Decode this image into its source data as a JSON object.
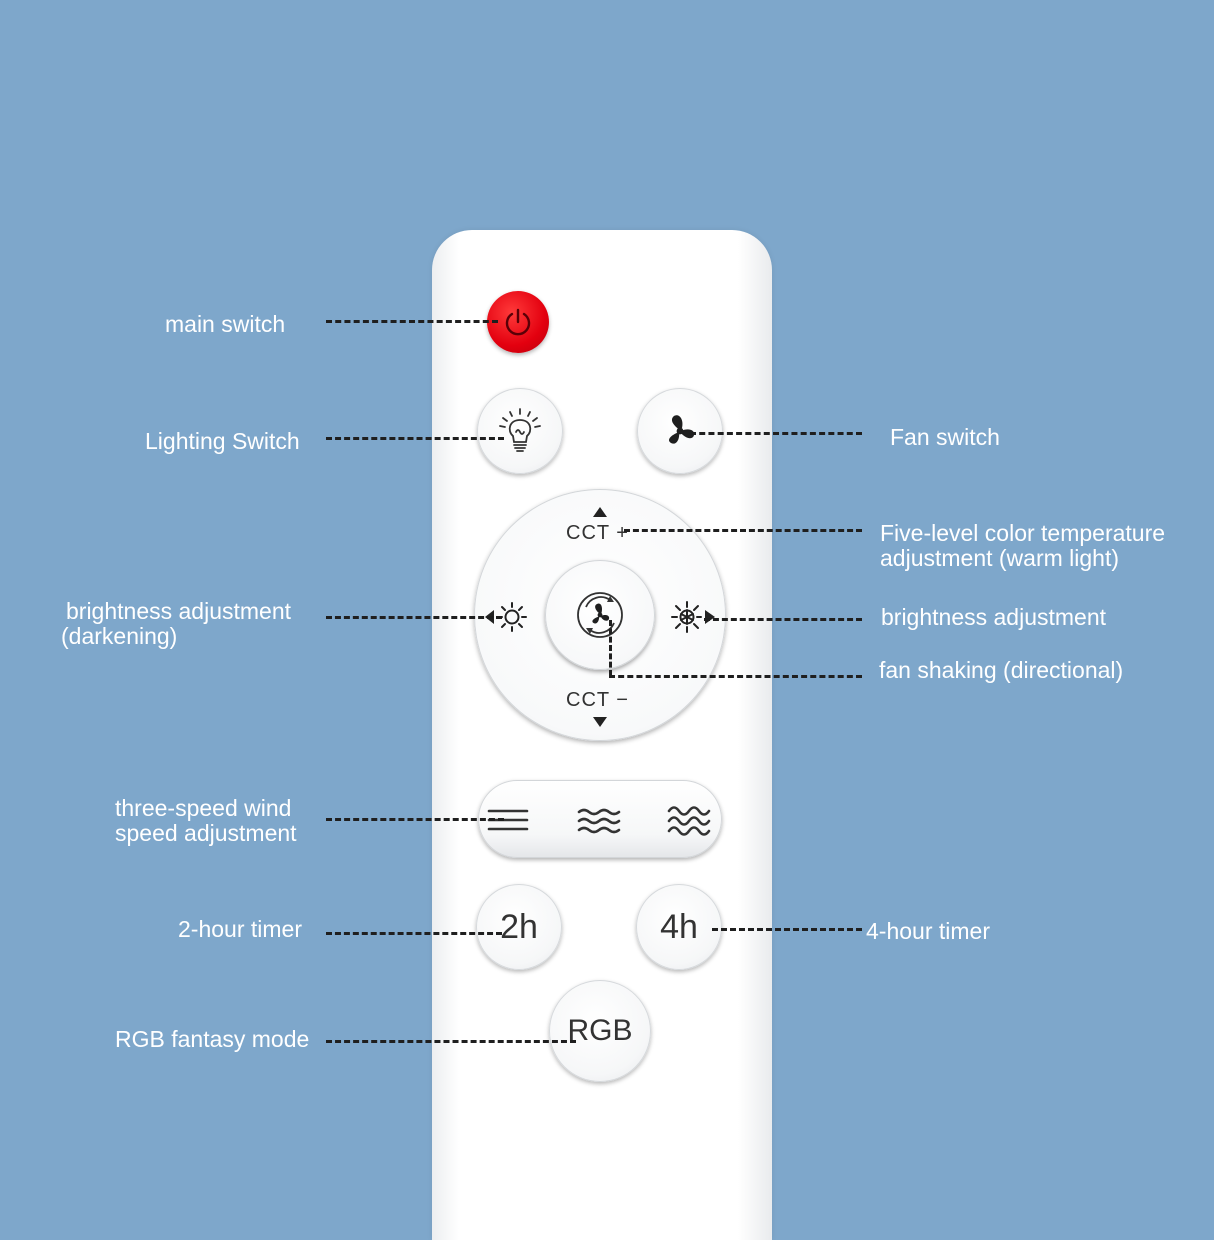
{
  "labels": {
    "main_switch": "main switch",
    "lighting_switch": "Lighting Switch",
    "fan_switch": "Fan switch",
    "cct_warm_line1": "Five-level color temperature",
    "cct_warm_line2": "adjustment (warm light)",
    "brightness_dark_line1": "brightness adjustment",
    "brightness_dark_line2": "(darkening)",
    "brightness_up": "brightness adjustment",
    "fan_shaking": "fan shaking (directional)",
    "wind_line1": "three-speed wind",
    "wind_line2": "speed adjustment",
    "timer_2h": "2-hour timer",
    "timer_4h": "4-hour timer",
    "rgb_mode": "RGB fantasy mode"
  },
  "buttons": {
    "cct_up": "CCT +",
    "cct_down": "CCT −",
    "timer_2h": "2h",
    "timer_4h": "4h",
    "rgb": "RGB"
  },
  "icons": {
    "power": "power-icon",
    "lighting": "light-bulb-icon",
    "fan": "fan-icon",
    "brightness_down": "sun-dim-icon",
    "brightness_up": "sun-bright-icon",
    "oscillate": "fan-oscillate-icon",
    "wind_low": "wind-low-icon",
    "wind_mid": "wind-mid-icon",
    "wind_high": "wind-high-icon"
  },
  "colors": {
    "background": "#7ea7cb",
    "power_button": "#e3000f",
    "label_text": "#ffffff",
    "leader_line": "#1f1f1f"
  }
}
